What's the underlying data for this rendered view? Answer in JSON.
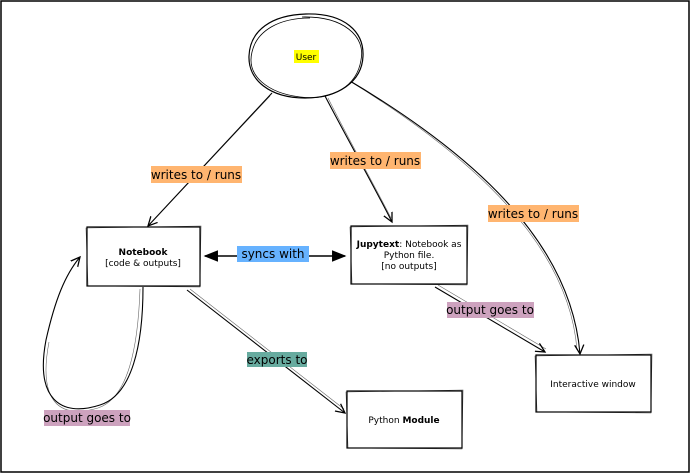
{
  "nodes": {
    "user": {
      "label": "User",
      "highlight": "#ffff00"
    },
    "notebook": {
      "title": "Notebook",
      "subtitle": "[code & outputs]"
    },
    "jupytext": {
      "title": "Jupytext",
      "line1_rest": ": Notebook as",
      "line2": "Python file.",
      "line3": "[no outputs]"
    },
    "interactive": {
      "label": "Interactive window"
    },
    "module": {
      "prefix": "Python ",
      "bold": "Module"
    }
  },
  "edges": {
    "user_to_notebook": {
      "label": "writes to / runs",
      "color": "#ffb570"
    },
    "user_to_jupytext": {
      "label": "writes to / runs",
      "color": "#ffb570"
    },
    "user_to_interactive": {
      "label": "writes to / runs",
      "color": "#ffb570"
    },
    "sync": {
      "label": "syncs with",
      "color": "#66b2ff"
    },
    "jupytext_to_interactive": {
      "label": "output goes to",
      "color": "#cda2be"
    },
    "notebook_to_module": {
      "label": "exports to",
      "color": "#67ab9f"
    },
    "notebook_loop": {
      "label": "output goes to",
      "color": "#cda2be"
    }
  }
}
